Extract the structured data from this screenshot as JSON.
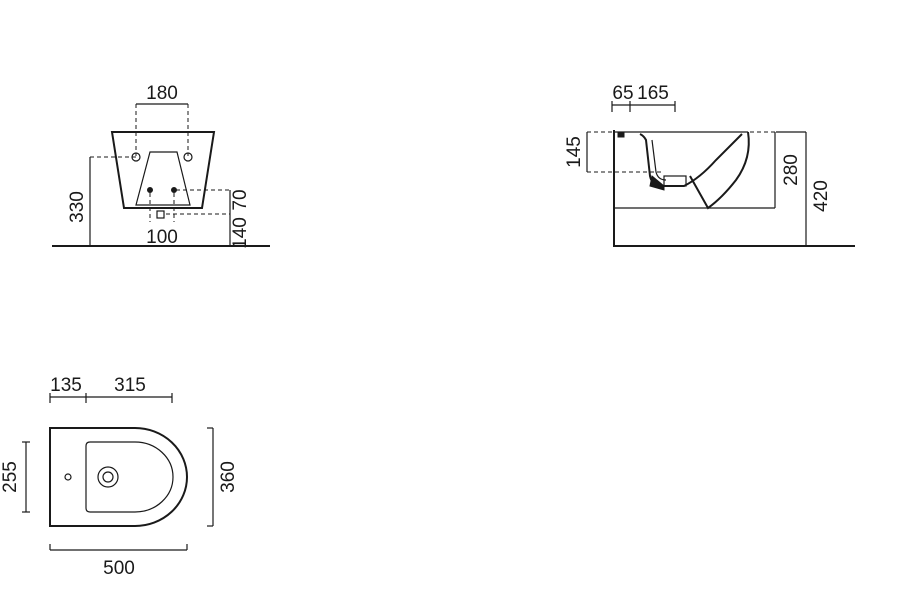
{
  "front_view": {
    "dim_top": "180",
    "dim_height": "330",
    "dim_right_upper": "70",
    "dim_right_lower": "140",
    "dim_bottom": "100"
  },
  "side_view": {
    "dim_top_left": "65",
    "dim_top_right": "165",
    "dim_left": "145",
    "dim_right_inner": "280",
    "dim_right_outer": "420"
  },
  "top_view": {
    "dim_top_left": "135",
    "dim_top_right": "315",
    "dim_left": "255",
    "dim_right": "360",
    "dim_bottom": "500"
  }
}
